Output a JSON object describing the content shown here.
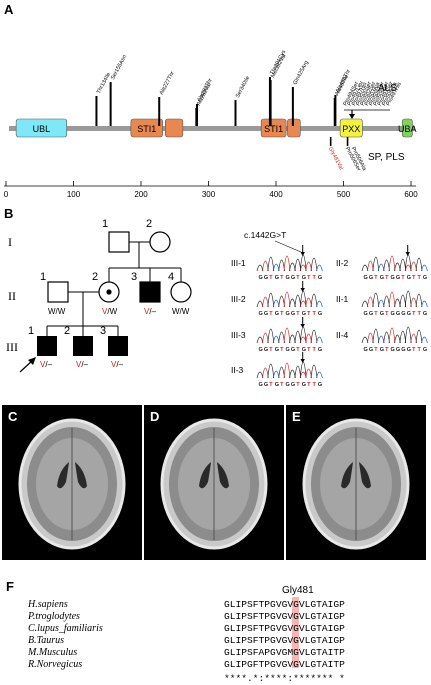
{
  "panels": {
    "A": "A",
    "B": "B",
    "C": "C",
    "D": "D",
    "E": "E",
    "F": "F"
  },
  "panel_a": {
    "domains": [
      {
        "label": "UBL",
        "color": "#7fe8f7",
        "start": 15,
        "end": 90
      },
      {
        "label": "STI1",
        "color": "#e8874f",
        "start": 185,
        "end": 232
      },
      {
        "label": "",
        "color": "#e8874f",
        "start": 236,
        "end": 262
      },
      {
        "label": "STI1",
        "color": "#e8874f",
        "start": 378,
        "end": 415
      },
      {
        "label": "",
        "color": "#e8874f",
        "start": 417,
        "end": 436
      },
      {
        "label": "PXX",
        "color": "#f3f33c",
        "start": 495,
        "end": 528
      },
      {
        "label": "UBA",
        "color": "#7fd25a",
        "start": 587,
        "end": 602
      }
    ],
    "als_label": "ALS",
    "sp_pls_label": "SP, PLS",
    "als_mutations": [
      {
        "label": "Thr134Ile",
        "pos": 134
      },
      {
        "label": "Ser155Asn",
        "pos": 155
      },
      {
        "label": "Ala227Thr",
        "pos": 227
      },
      {
        "label": "Ala282Val",
        "pos": 282
      },
      {
        "label": "Ala283Thr",
        "pos": 283
      },
      {
        "label": "Ser340Ile",
        "pos": 340
      },
      {
        "label": "Thr391Cys",
        "pos": 391
      },
      {
        "label": "Met392Val",
        "pos": 392
      },
      {
        "label": "Gln425Arg",
        "pos": 425
      },
      {
        "label": "Ala487Ile",
        "pos": 487
      },
      {
        "label": "Ala488Thr",
        "pos": 488
      }
    ],
    "pxx_mutations": [
      "Pro494Ser",
      "Pro497Leu",
      "Pro497His",
      "Pro500Ser",
      "Pro502Ser",
      "Pro503Ala",
      "Pro506Thr",
      "Pro506Ser",
      "Pro497Ser",
      "Pro506Ala",
      "Pro497His"
    ],
    "lower_mutations": [
      {
        "label": "Gly481Val",
        "color": "#d42020"
      },
      {
        "label": "Pro506Ser",
        "color": "#000000"
      },
      {
        "label": "Pro506Ala",
        "color": "#000000"
      }
    ],
    "axis_ticks": [
      "0",
      "100",
      "200",
      "300",
      "400",
      "500",
      "600"
    ]
  },
  "panel_b": {
    "generations": [
      "I",
      "II",
      "III"
    ],
    "individuals": {
      "I1": "1",
      "I2": "2",
      "II1": "1",
      "II2": "2",
      "II3": "3",
      "II4": "4",
      "III1": "1",
      "III2": "2",
      "III3": "3"
    },
    "genotypes": {
      "II1": "W/W",
      "II2_v": "V",
      "II2_w": "/W",
      "II3_v": "V",
      "II3_w": "/–",
      "II4": "W/W",
      "III1_v": "V",
      "III1_w": "/–",
      "III2_v": "V",
      "III2_w": "/–",
      "III3_v": "V",
      "III3_w": "/–"
    },
    "mutation_label": "c.1442G>T",
    "traces_left": [
      "III-1",
      "III-2",
      "III-3",
      "II-3"
    ],
    "traces_right": [
      "II-2",
      "II-1",
      "II-4"
    ],
    "seq_mutant": "GGTGTGGTGTTG",
    "seq_wild": "GGTGTGGGGTTG"
  },
  "panel_f": {
    "header": "Gly481",
    "species": [
      "H.sapiens",
      "P.troglodytes",
      "C.lupus_familiaris",
      "B.Taurus",
      "M.Musculus",
      "R.Norvegicus"
    ],
    "sequences": [
      "GLIPSFTPGVGVGVLGTAIGP",
      "GLIPSFTPGVGVGVLGTAIGP",
      "GLIPSFTPGVGVGVLGTAIGP",
      "GLIPSFTPGVGVGVLGTAIGP",
      "GLIPSFAPGVGMGVLGTAITP",
      "GLIPGFTPGVGVGVLGTAITP"
    ],
    "conservation": "****.*:****:******* *",
    "highlight_color": "#f4b6b6"
  },
  "colors": {
    "mutant": "#d42020",
    "bar": "#9a9a9a"
  }
}
